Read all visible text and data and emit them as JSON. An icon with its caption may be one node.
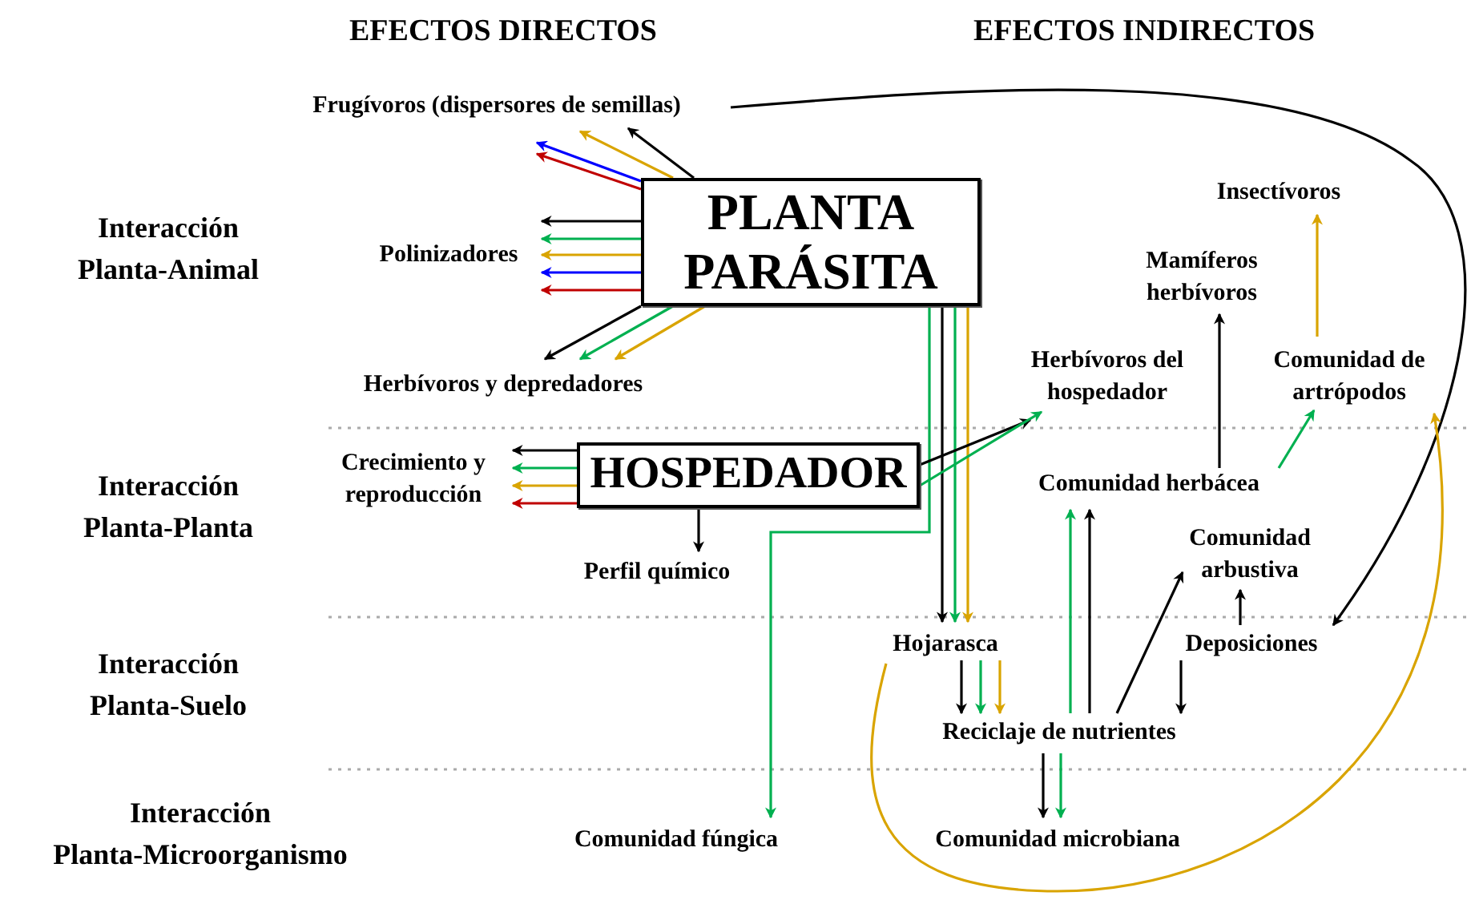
{
  "diagram": {
    "nodes": [
      {
        "text": [
          "Frugívoros (dispersores de semillas)"
        ]
      },
      {
        "text": [
          "PLANTA PARÁSITA"
        ]
      },
      {
        "text": [
          "Polinizadores"
        ]
      },
      {
        "text": [
          "Herbívoros y depredadores"
        ]
      },
      {
        "text": [
          "HOSPEDADOR"
        ]
      },
      {
        "text": [
          "Crecimiento y reproducción"
        ]
      },
      {
        "text": [
          "Perfil químico"
        ]
      },
      {
        "text": [
          "Herbívoros del hospedador"
        ]
      },
      {
        "text": [
          "Insectívoros"
        ]
      },
      {
        "text": [
          "Mamíferos herbívoros"
        ]
      },
      {
        "text": [
          "Comunidad de artrópodos"
        ]
      },
      {
        "text": [
          "Comunidad herbácea"
        ]
      },
      {
        "text": [
          "Comunidad arbustiva"
        ]
      },
      {
        "text": [
          "Hojarasca"
        ]
      },
      {
        "text": [
          "Deposiciones"
        ]
      },
      {
        "text": [
          "Reciclaje de nutrientes"
        ]
      },
      {
        "text": [
          "Comunidad fúngica"
        ]
      },
      {
        "text": [
          "Comunidad microbiana"
        ]
      }
    ],
    "edges": [
      {
        "from": 1,
        "to": 0,
        "arrow": "to"
      },
      {
        "from": 1,
        "to": 0,
        "arrow": "to",
        "color": "#d9a400"
      },
      {
        "from": 1,
        "to": 0,
        "arrow": "to",
        "color": "#0000ff"
      },
      {
        "from": 1,
        "to": 0,
        "arrow": "to",
        "color": "#c00000"
      },
      {
        "from": 1,
        "to": 2,
        "arrow": "to"
      },
      {
        "from": 1,
        "to": 2,
        "arrow": "to",
        "color": "#00b050"
      },
      {
        "from": 1,
        "to": 2,
        "arrow": "to",
        "color": "#d9a400"
      },
      {
        "from": 1,
        "to": 2,
        "arrow": "to",
        "color": "#0000ff"
      },
      {
        "from": 1,
        "to": 2,
        "arrow": "to",
        "color": "#c00000"
      },
      {
        "from": 1,
        "to": 3,
        "arrow": "to"
      },
      {
        "from": 1,
        "to": 3,
        "arrow": "to",
        "color": "#00b050"
      },
      {
        "from": 1,
        "to": 3,
        "arrow": "to",
        "color": "#d9a400"
      },
      {
        "from": 4,
        "to": 5,
        "arrow": "to"
      },
      {
        "from": 4,
        "to": 5,
        "arrow": "to",
        "color": "#00b050"
      },
      {
        "from": 4,
        "to": 5,
        "arrow": "to",
        "color": "#d9a400"
      },
      {
        "from": 4,
        "to": 5,
        "arrow": "to",
        "color": "#c00000"
      },
      {
        "from": 4,
        "to": 6,
        "arrow": "to"
      },
      {
        "from": 1,
        "to": 16,
        "arrow": "to",
        "color": "#00b050"
      },
      {
        "from": 1,
        "to": 13,
        "arrow": "to"
      },
      {
        "from": 1,
        "to": 13,
        "arrow": "to",
        "color": "#00b050"
      },
      {
        "from": 1,
        "to": 13,
        "arrow": "to",
        "color": "#d9a400"
      },
      {
        "from": 4,
        "to": 7,
        "arrow": "to"
      },
      {
        "from": 4,
        "to": 7,
        "arrow": "to",
        "color": "#00b050"
      },
      {
        "from": 11,
        "to": 9,
        "arrow": "to"
      },
      {
        "from": 11,
        "to": 10,
        "arrow": "to",
        "color": "#00b050"
      },
      {
        "from": 10,
        "to": 8,
        "arrow": "to",
        "color": "#d9a400"
      },
      {
        "from": 15,
        "to": 11,
        "arrow": "to",
        "color": "#00b050"
      },
      {
        "from": 15,
        "to": 11,
        "arrow": "to"
      },
      {
        "from": 15,
        "to": 12,
        "arrow": "to"
      },
      {
        "from": 14,
        "to": 12,
        "arrow": "to"
      },
      {
        "from": 14,
        "to": 15,
        "arrow": "to"
      },
      {
        "from": 13,
        "to": 15,
        "arrow": "to"
      },
      {
        "from": 13,
        "to": 15,
        "arrow": "to",
        "color": "#00b050"
      },
      {
        "from": 13,
        "to": 15,
        "arrow": "to",
        "color": "#d9a400"
      },
      {
        "from": 15,
        "to": 17,
        "arrow": "to"
      },
      {
        "from": 15,
        "to": 17,
        "arrow": "to",
        "color": "#00b050"
      },
      {
        "from": 0,
        "to": 14,
        "arrow": "to"
      },
      {
        "from": 13,
        "to": 10,
        "arrow": "to",
        "color": "#d9a400"
      }
    ],
    "labels": [
      "EFECTOS DIRECTOS",
      "EFECTOS INDIRECTOS",
      "Interacción Planta-Animal",
      "Interacción Planta-Planta",
      "Interacción Planta-Suelo",
      "Interacción Planta-Microorganismo"
    ]
  }
}
